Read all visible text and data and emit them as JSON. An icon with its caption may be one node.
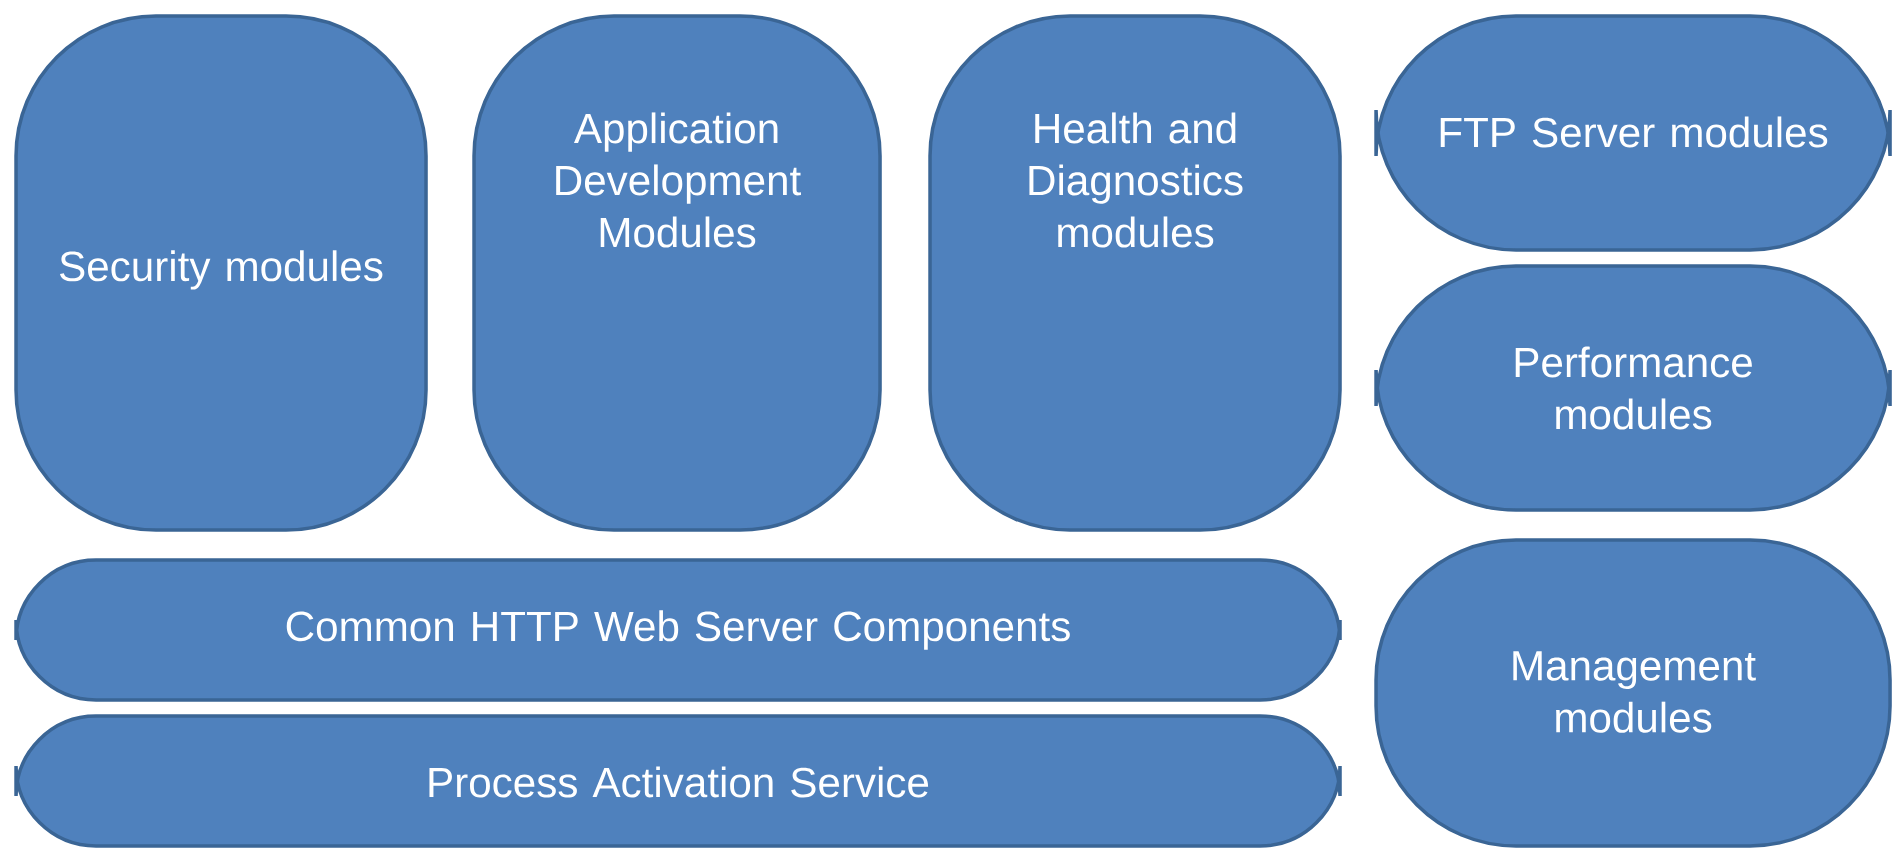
{
  "diagram": {
    "nodes": [
      {
        "text": [
          "Security modules"
        ]
      },
      {
        "text": [
          "Application Development Modules"
        ]
      },
      {
        "text": [
          "Health and Diagnostics modules"
        ]
      },
      {
        "text": [
          "FTP Server modules"
        ]
      },
      {
        "text": [
          "Performance modules"
        ]
      },
      {
        "text": [
          "Common HTTP Web Server Components"
        ]
      },
      {
        "text": [
          "Process Activation Service"
        ]
      },
      {
        "text": [
          "Management modules"
        ]
      }
    ]
  }
}
